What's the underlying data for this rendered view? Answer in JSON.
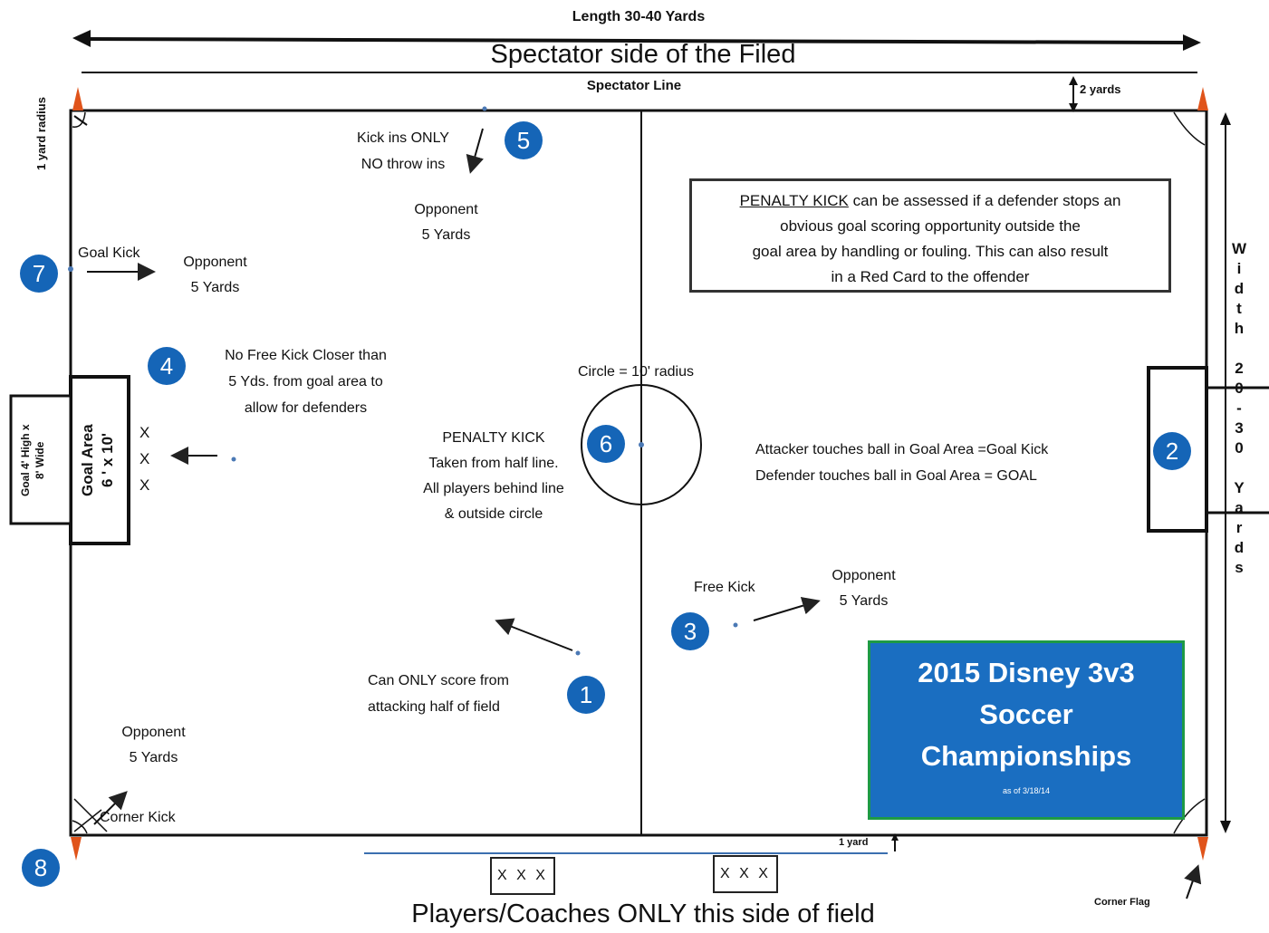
{
  "length_label": "Length  30-40 Yards",
  "spectator_side": "Spectator side of the Filed",
  "spectator_line": "Spectator Line",
  "two_yards": "2 yards",
  "one_yard_radius": "1 yard radius",
  "one_yard": "1 yard",
  "corner_flag": "Corner Flag",
  "players_side": "Players/Coaches ONLY this side of field",
  "width_letters": [
    "W",
    "i",
    "d",
    "t",
    "h",
    "",
    "2",
    "0",
    "-",
    "3",
    "0",
    "",
    "Y",
    "a",
    "r",
    "d",
    "s"
  ],
  "goal_label_line1": "Goal 4' High x",
  "goal_label_line2": "8' Wide",
  "goal_area_line1": "Goal  Area",
  "goal_area_line2": "6 ' x 10'",
  "x_marks": [
    "X",
    "X",
    "X"
  ],
  "bench_left": "X X X",
  "bench_right": "X X X",
  "item5": {
    "line1": "Kick ins ONLY",
    "line2": "NO throw ins",
    "opp1": "Opponent",
    "opp2": "5 Yards"
  },
  "item7": {
    "label": "Goal Kick",
    "opp1": "Opponent",
    "opp2": "5 Yards"
  },
  "item4": {
    "line1": "No Free Kick Closer than",
    "line2": "5 Yds. from goal area to",
    "line3": "allow for defenders"
  },
  "circle_label": "Circle = 10' radius",
  "item6": {
    "line1": "PENALTY KICK",
    "line2": "Taken from half line.",
    "line3": "All players behind line",
    "line4": "& outside circle"
  },
  "item2": {
    "line1": "Attacker touches ball in Goal Area =Goal Kick",
    "line2": "Defender touches ball in Goal Area =  GOAL"
  },
  "penalty_box": {
    "lead": "PENALTY KICK",
    "line1_rest": " can be assessed if a defender stops an",
    "line2": "obvious goal scoring opportunity outside the",
    "line3": "goal area by handling or fouling. This can also result",
    "line4": "in a Red Card to the offender"
  },
  "item3": {
    "label": "Free Kick",
    "opp1": "Opponent",
    "opp2": "5 Yards"
  },
  "item1": {
    "line1": "Can ONLY  score from",
    "line2": "attacking half of field"
  },
  "item8": {
    "opp1": "Opponent",
    "opp2": "5 Yards",
    "label": "Corner Kick"
  },
  "title_box": {
    "line1": "2015 Disney 3v3",
    "line2": "Soccer",
    "line3": "Championships",
    "small": "as of 3/18/14"
  },
  "badges": [
    "1",
    "2",
    "3",
    "4",
    "5",
    "6",
    "7",
    "8"
  ],
  "colors": {
    "badge": "#1565b7",
    "title_bg": "#1a6ec1",
    "title_border": "#1e9a45",
    "flag": "#e0541b",
    "bench_line": "#3b6fb0"
  }
}
